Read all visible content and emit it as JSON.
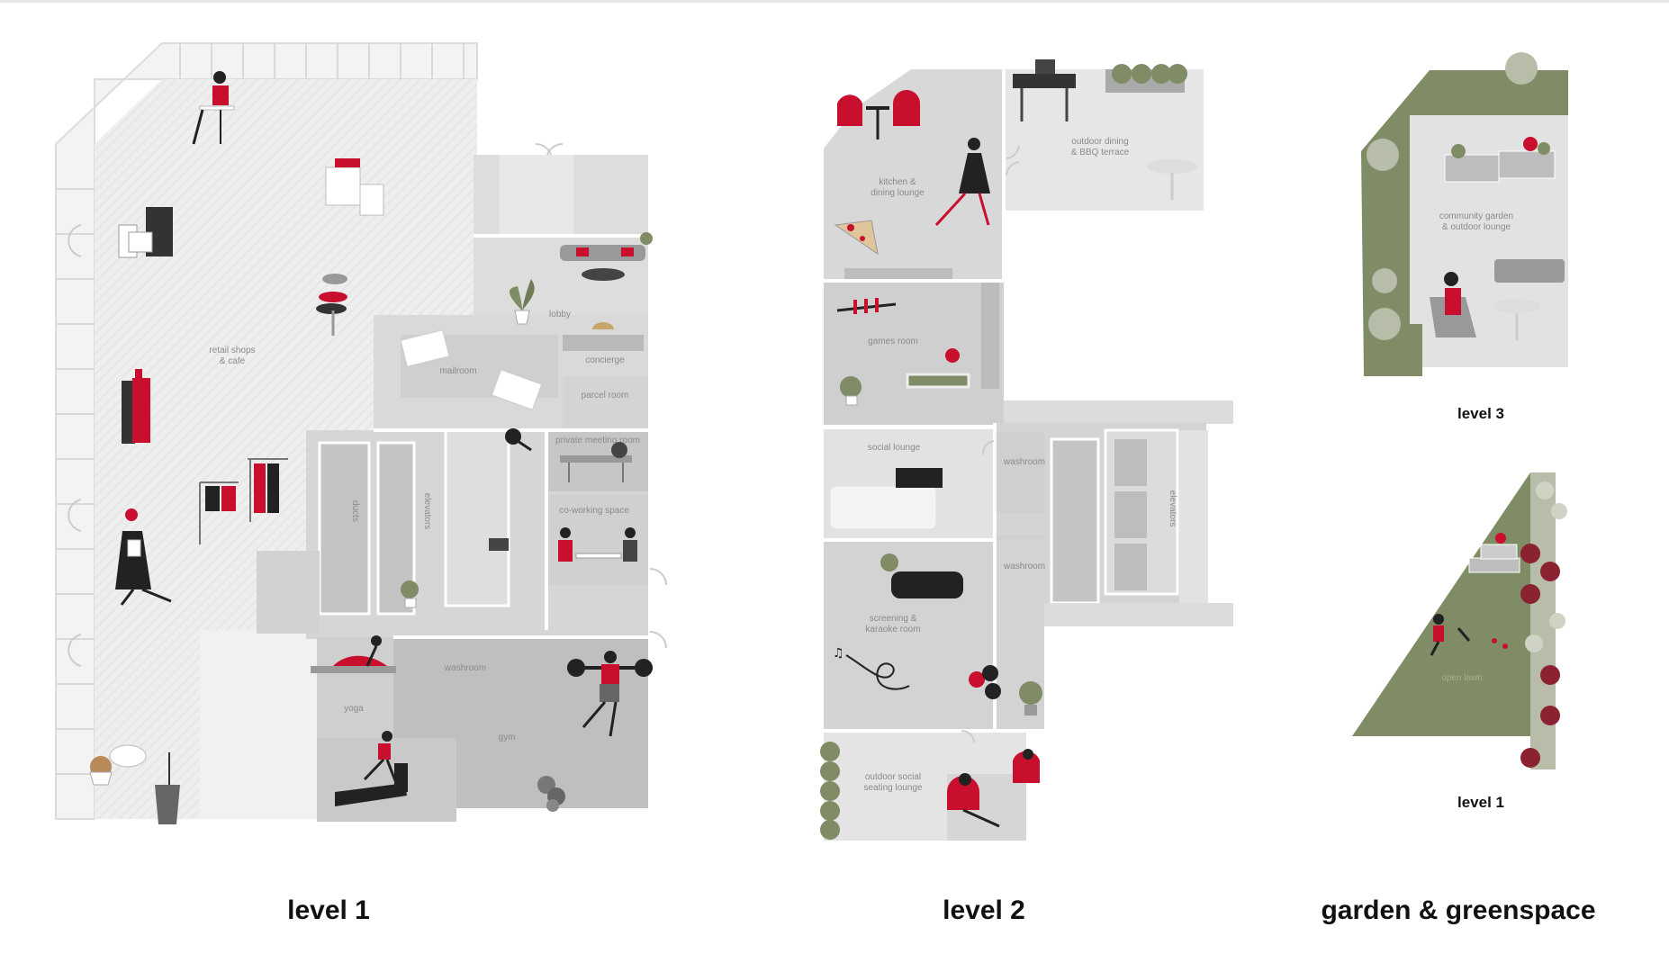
{
  "colors": {
    "floor_light": "#ececec",
    "floor_mid": "#dcdcdc",
    "floor_dark": "#cfcfcf",
    "floor_darker": "#bdbdbd",
    "wall": "#ffffff",
    "accent_red": "#c8102e",
    "figure_dark": "#222222",
    "green": "#7f8c65",
    "green_dark": "#6e7b55",
    "berry": "#8a2231",
    "label": "#8a8a8a"
  },
  "captions": {
    "level1": "level 1",
    "level2": "level 2",
    "garden": "garden & greenspace",
    "garden_level3": "level 3",
    "garden_level1": "level 1"
  },
  "level1": {
    "rooms": {
      "retail": "retail shops\n& cafe",
      "lobby": "lobby",
      "concierge": "concierge",
      "mailroom": "mailroom",
      "parcel": "parcel room",
      "meeting": "private meeting room",
      "coworking": "co-working space",
      "ducts": "ducts",
      "elevators": "elevators",
      "washroom": "washroom",
      "yoga": "yoga",
      "gym": "gym"
    }
  },
  "level2": {
    "rooms": {
      "kitchen": "kitchen &\ndining lounge",
      "outdoor_dining": "outdoor dining\n& BBQ terrace",
      "games": "games room",
      "social": "social lounge",
      "washroom_top": "washroom",
      "washroom_bottom": "washroom",
      "elevators": "elevators",
      "screening": "screening &\nkaraoke room",
      "outdoor_social": "outdoor social\nseating lounge"
    }
  },
  "garden": {
    "rooms": {
      "community": "community garden\n& outdoor lounge",
      "lawn": "open lawn"
    }
  }
}
